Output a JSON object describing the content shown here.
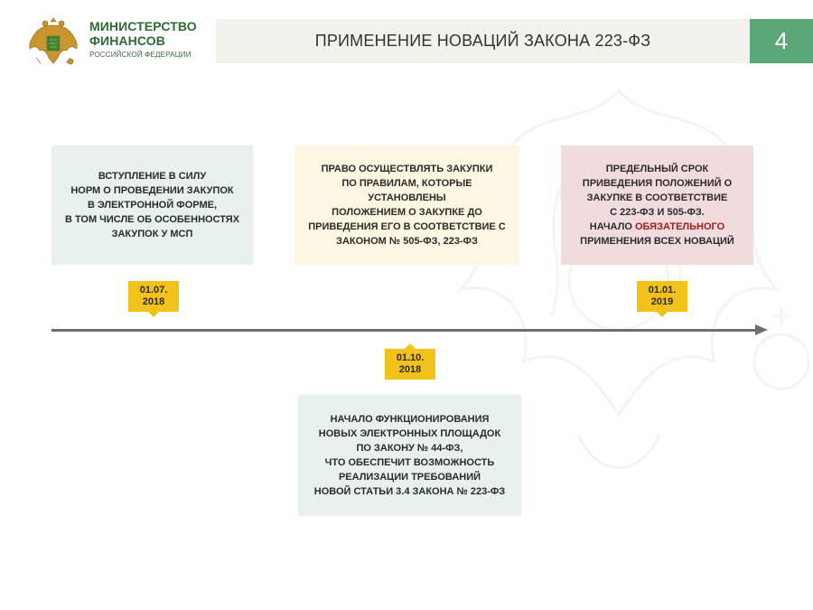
{
  "header": {
    "org_line1": "МИНИСТЕРСТВО",
    "org_line2": "ФИНАНСОВ",
    "org_line3": "РОССИЙСКОЙ ФЕДЕРАЦИИ",
    "emblem_icon": "double-headed-eagle-emblem-icon",
    "title": "ПРИМЕНЕНИЕ НОВАЦИЙ ЗАКОНА 223-ФЗ",
    "page_number": "4"
  },
  "colors": {
    "brand_green": "#2e6b36",
    "page_badge": "#5ba778",
    "date_badge": "#f2c21a",
    "accent_red": "#a51c1c",
    "card_green": "#e8f1ec",
    "card_yellow": "#fdf6e2",
    "card_pink": "#f1dcdd",
    "timeline": "#6e6e6e"
  },
  "timeline": {
    "events": [
      {
        "date_line1": "01.07.",
        "date_line2": "2018",
        "lines": [
          "ВСТУПЛЕНИЕ В СИЛУ",
          "НОРМ О ПРОВЕДЕНИИ ЗАКУПОК",
          "В ЭЛЕКТРОННОЙ ФОРМЕ,",
          "В ТОМ ЧИСЛЕ ОБ ОСОБЕННОСТЯХ",
          "ЗАКУПОК У МСП"
        ]
      },
      {
        "date_line1": "01.10.",
        "date_line2": "2018",
        "top_lines": [
          "ПРАВО ОСУЩЕСТВЛЯТЬ ЗАКУПКИ",
          "ПО ПРАВИЛАМ, КОТОРЫЕ УСТАНОВЛЕНЫ",
          "ПОЛОЖЕНИЕМ О ЗАКУПКЕ ДО",
          "ПРИВЕДЕНИЯ ЕГО В СООТВЕТСТВИЕ С",
          "ЗАКОНОМ № 505-ФЗ, 223-ФЗ"
        ],
        "bottom_lines": [
          "НАЧАЛО ФУНКЦИОНИРОВАНИЯ",
          "НОВЫХ ЭЛЕКТРОННЫХ ПЛОЩАДОК",
          "ПО ЗАКОНУ № 44-ФЗ,",
          "ЧТО ОБЕСПЕЧИТ ВОЗМОЖНОСТЬ",
          "РЕАЛИЗАЦИИ ТРЕБОВАНИЙ",
          "НОВОЙ СТАТЬИ 3.4 ЗАКОНА № 223-ФЗ"
        ]
      },
      {
        "date_line1": "01.01.",
        "date_line2": "2019",
        "lines": [
          "ПРЕДЕЛЬНЫЙ СРОК",
          "ПРИВЕДЕНИЯ ПОЛОЖЕНИЙ О",
          "ЗАКУПКЕ В СООТВЕТСТВИЕ",
          "С 223-ФЗ И 505-ФЗ."
        ],
        "line5_prefix": "НАЧАЛО ",
        "line5_accent": "ОБЯЗАТЕЛЬНОГО",
        "line6": "ПРИМЕНЕНИЯ ВСЕХ НОВАЦИЙ"
      }
    ]
  }
}
